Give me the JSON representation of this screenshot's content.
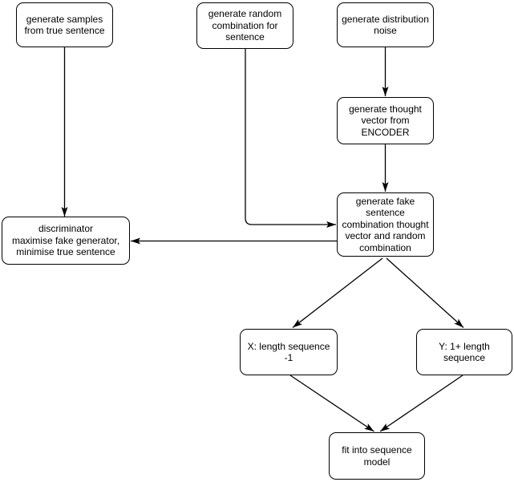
{
  "diagram": {
    "type": "flowchart",
    "background_color": "#ffffff",
    "node_fill_color": "#ffffff",
    "node_border_color": "#000000",
    "text_color": "#000000",
    "arrow_color": "#000000",
    "nodes": [
      {
        "id": "samples_true",
        "label": "generate samples\nfrom true sentence"
      },
      {
        "id": "random_comb",
        "label": "generate random\ncombination for\nsentence"
      },
      {
        "id": "dist_noise",
        "label": "generate distribution\nnoise"
      },
      {
        "id": "thought_vector",
        "label": "generate thought\nvector from\nENCODER"
      },
      {
        "id": "fake_sentence",
        "label": "generate fake\nsentence\ncombination thought\nvector and random\ncombination"
      },
      {
        "id": "discriminator",
        "label": "discriminator\nmaximise fake generator,\nminimise true sentence"
      },
      {
        "id": "x_len",
        "label": "X: length sequence\n-1"
      },
      {
        "id": "y_len",
        "label": "Y: 1+ length\nsequence"
      },
      {
        "id": "fit_model",
        "label": "fit into sequence\nmodel"
      }
    ],
    "edges": [
      {
        "from": "samples_true",
        "to": "discriminator"
      },
      {
        "from": "random_comb",
        "to": "fake_sentence"
      },
      {
        "from": "dist_noise",
        "to": "thought_vector"
      },
      {
        "from": "thought_vector",
        "to": "fake_sentence"
      },
      {
        "from": "fake_sentence",
        "to": "discriminator"
      },
      {
        "from": "fake_sentence",
        "to": "x_len"
      },
      {
        "from": "fake_sentence",
        "to": "y_len"
      },
      {
        "from": "x_len",
        "to": "fit_model"
      },
      {
        "from": "y_len",
        "to": "fit_model"
      }
    ]
  }
}
